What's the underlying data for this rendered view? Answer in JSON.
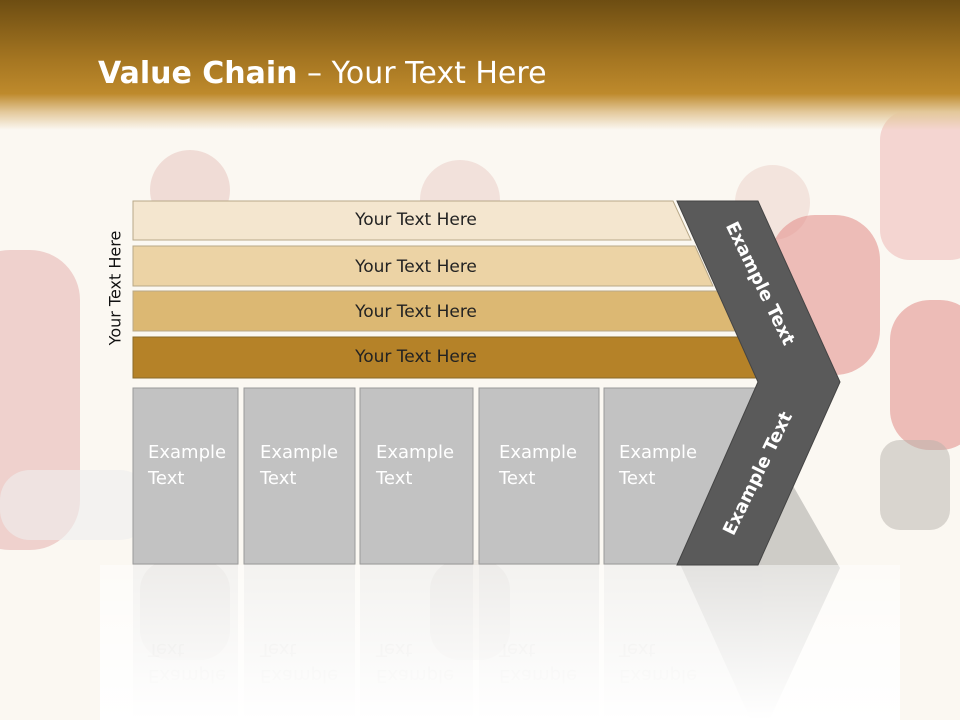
{
  "title": {
    "bold": "Value Chain",
    "rest": " – Your Text Here"
  },
  "side_label": "Your Text Here",
  "bands": [
    {
      "label": "Your Text Here",
      "color": "#f4e6cf"
    },
    {
      "label": "Your Text Here",
      "color": "#ecd3a5"
    },
    {
      "label": "Your Text Here",
      "color": "#dcb873"
    },
    {
      "label": "Your Text Here",
      "color": "#b58228"
    }
  ],
  "cells": [
    {
      "line1": "Example",
      "line2": "Text"
    },
    {
      "line1": "Example",
      "line2": "Text"
    },
    {
      "line1": "Example",
      "line2": "Text"
    },
    {
      "line1": "Example",
      "line2": "Text"
    },
    {
      "line1": "Example",
      "line2": "Text"
    }
  ],
  "chevron": {
    "upper": "Example Text",
    "lower": "Example Text",
    "color": "#5a5a5a"
  },
  "colors": {
    "cell": "#c2c2c2",
    "cell_border": "#9a9a9a",
    "title_bar": "#a47521"
  }
}
